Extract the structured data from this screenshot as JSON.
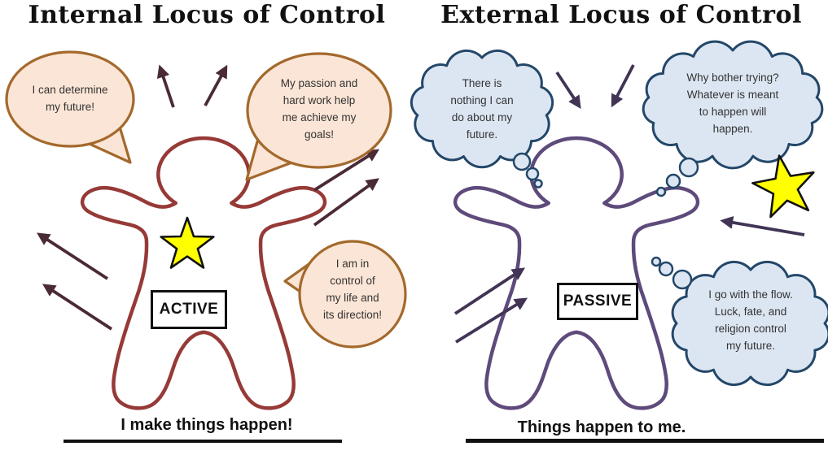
{
  "left_panel": {
    "title": "Internal Locus of Control",
    "speech_bubbles": [
      {
        "text": "I can determine\nmy future!"
      },
      {
        "text": "My passion and\nhard work help\nme achieve my\ngoals!"
      },
      {
        "text": "I am in\ncontrol of\nmy life and\nits direction!"
      }
    ],
    "figure_label": "ACTIVE",
    "caption": "I make things happen!"
  },
  "right_panel": {
    "title": "External Locus of Control",
    "thought_clouds": [
      {
        "text": "There is\nnothing I can\ndo about my\nfuture."
      },
      {
        "text": "Why bother trying?\nWhatever is meant\nto happen will\nhappen."
      },
      {
        "text": "I go with the flow.\nLuck, fate, and\nreligion control\nmy future."
      }
    ],
    "figure_label": "PASSIVE",
    "caption": "Things happen to me."
  },
  "icons": {
    "left_star": "star-icon",
    "right_star": "star-icon"
  },
  "colors": {
    "background": "#FFFFFF",
    "title_text": "#111111",
    "left_figure_outline": "#963A37",
    "left_bubble_fill": "#FBE5D6",
    "left_bubble_border": "#A3692C",
    "left_arrow": "#4A2A35",
    "right_figure_outline": "#5E4A7B",
    "cloud_fill": "#DCE6F2",
    "cloud_border": "#234769",
    "right_arrow": "#413455",
    "star_fill": "#FFFF00",
    "star_outline": "#111111",
    "label_box_border": "#111111",
    "bubble_text": "#333333",
    "caption_text": "#111111"
  }
}
